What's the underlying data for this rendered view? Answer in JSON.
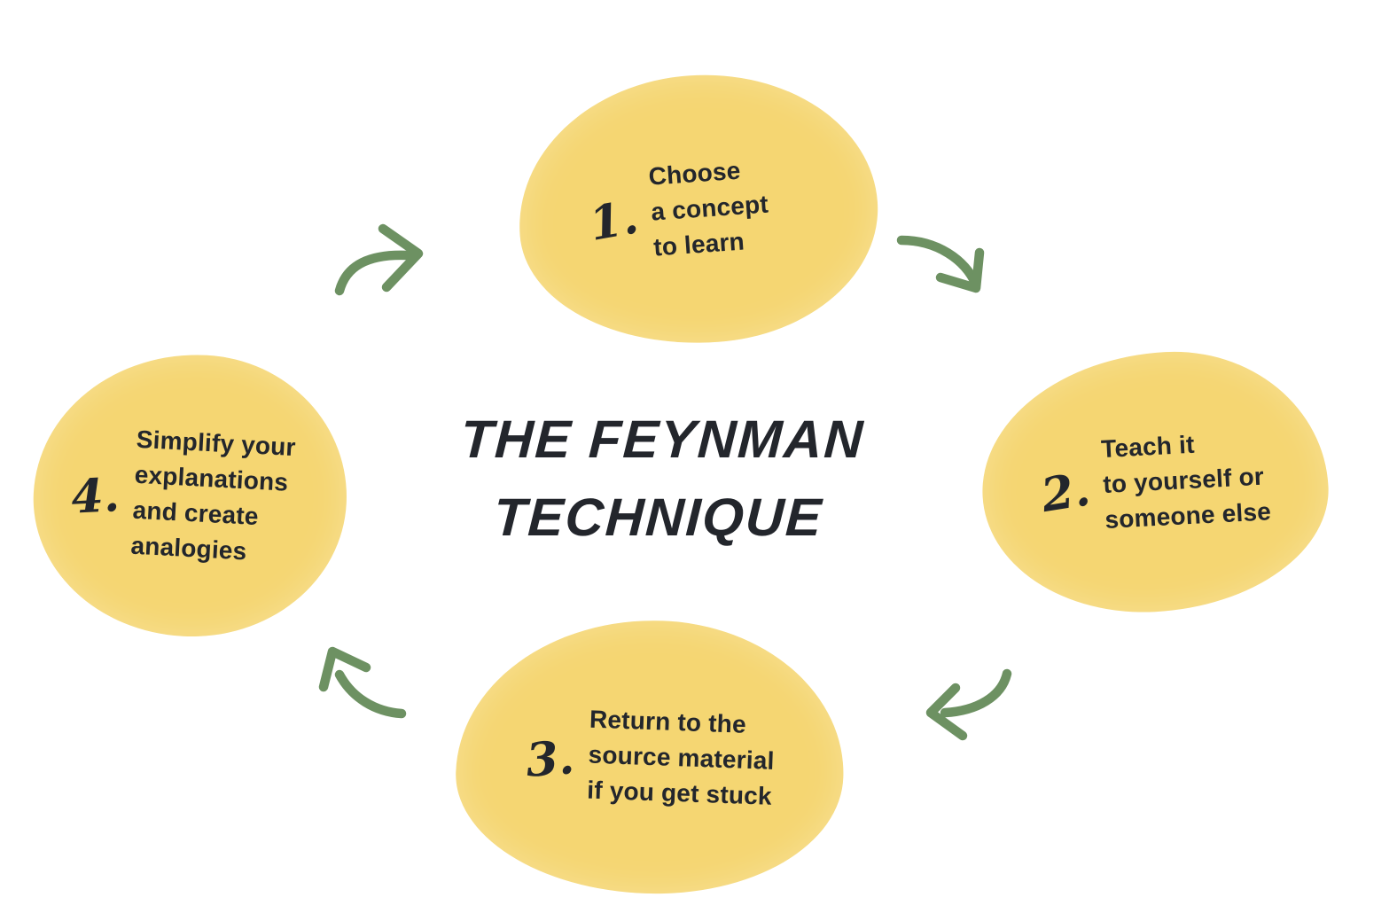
{
  "title": {
    "line1": "THE FEYNMAN",
    "line2": "TECHNIQUE"
  },
  "steps": [
    {
      "number": "1.",
      "text": "Choose\na concept\nto learn"
    },
    {
      "number": "2.",
      "text": "Teach it\nto yourself or\nsomeone else"
    },
    {
      "number": "3.",
      "text": "Return to the\nsource material\nif you get stuck"
    },
    {
      "number": "4.",
      "text": "Simplify your\nexplanations\nand create\nanalogies"
    }
  ],
  "icons": {
    "arrow_top_left": "curved-arrow-up-right",
    "arrow_top_right": "curved-arrow-down-right",
    "arrow_bottom_right": "curved-arrow-down-left",
    "arrow_bottom_left": "curved-arrow-up-left"
  },
  "colors": {
    "blob_yellow": "#F5D672",
    "arrow_green": "#6D9162",
    "text_dark": "#23262C",
    "background": "#FFFFFF"
  }
}
